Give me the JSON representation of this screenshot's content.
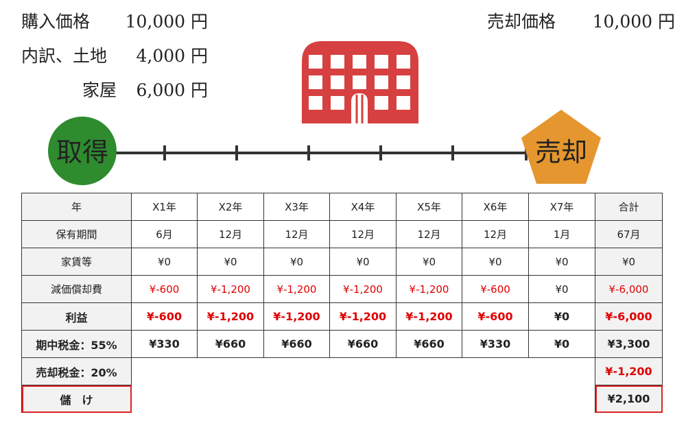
{
  "purchase": {
    "label": "購入価格",
    "amount": "10,000 円",
    "breakdown_label": "内訳、土地",
    "land_amount": "4,000 円",
    "house_label": "家屋",
    "house_amount": "6,000 円"
  },
  "sale": {
    "label": "売却価格",
    "amount": "10,000 円"
  },
  "timeline": {
    "start_label": "取得",
    "end_label": "売却",
    "tick_count": 5
  },
  "colors": {
    "acquire": "#2e8b2e",
    "sell": "#e5962e",
    "building": "#d64040",
    "negative": "#e00000",
    "highlight": "#e02020",
    "header_bg": "#f2f2f2"
  },
  "icons": {
    "building": "building-icon"
  },
  "table": {
    "header": [
      "年",
      "X1年",
      "X2年",
      "X3年",
      "X4年",
      "X5年",
      "X6年",
      "X7年",
      "合計"
    ],
    "rows": [
      [
        "保有期間",
        "6月",
        "12月",
        "12月",
        "12月",
        "12月",
        "12月",
        "1月",
        "67月"
      ],
      [
        "家賃等",
        "¥0",
        "¥0",
        "¥0",
        "¥0",
        "¥0",
        "¥0",
        "¥0",
        "¥0"
      ],
      [
        "減価償却費",
        "¥-600",
        "¥-1,200",
        "¥-1,200",
        "¥-1,200",
        "¥-1,200",
        "¥-600",
        "¥0",
        "¥-6,000"
      ],
      [
        "利益",
        "¥-600",
        "¥-1,200",
        "¥-1,200",
        "¥-1,200",
        "¥-1,200",
        "¥-600",
        "¥0",
        "¥-6,000"
      ],
      [
        "期中税金：55%",
        "¥330",
        "¥660",
        "¥660",
        "¥660",
        "¥660",
        "¥330",
        "¥0",
        "¥3,300"
      ]
    ],
    "sale_tax": {
      "label": "売却税金：20%",
      "total": "¥-1,200"
    },
    "profit": {
      "label": "儲　け",
      "total": "¥2,100"
    }
  }
}
